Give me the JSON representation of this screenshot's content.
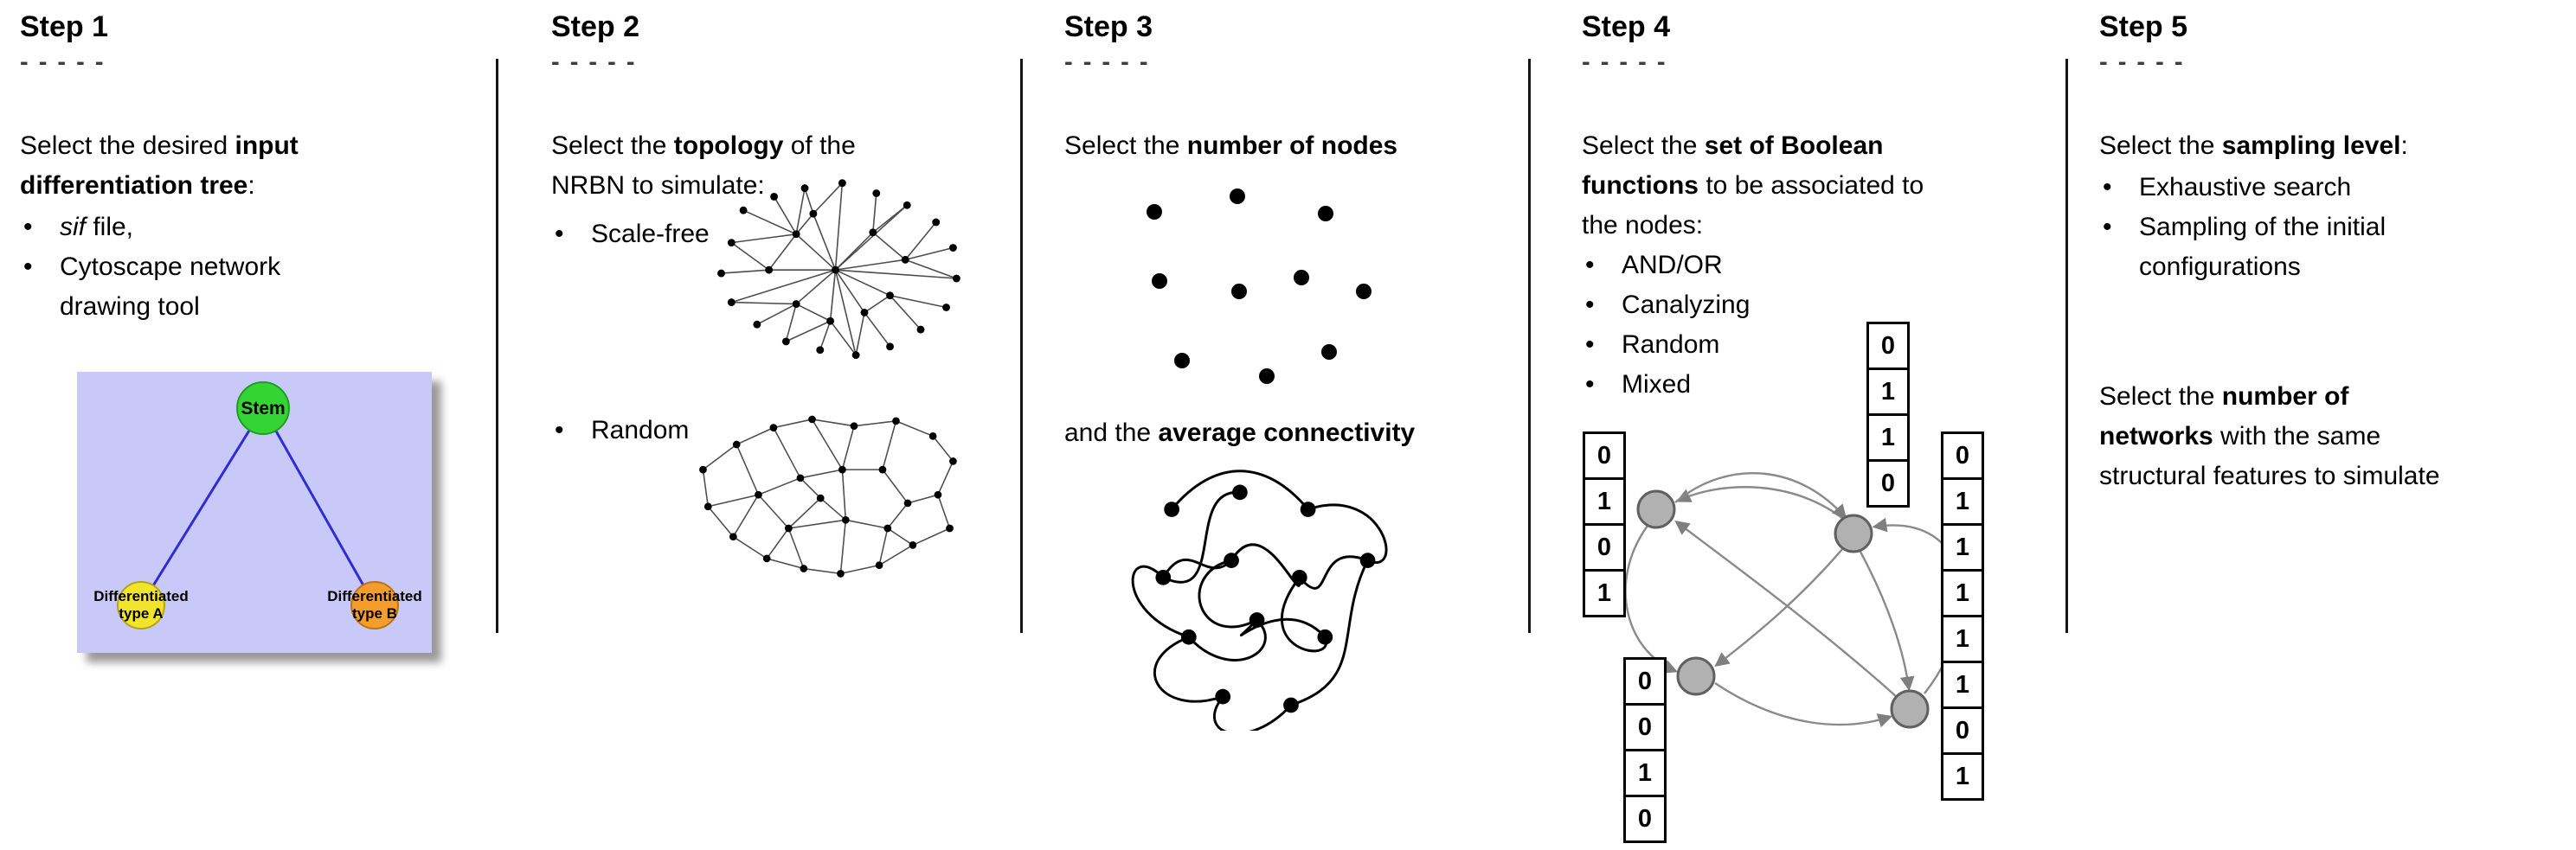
{
  "bullet_glyph": "•",
  "steps": [
    {
      "title": "Step 1",
      "dashes": "- - - - -",
      "intro": [
        [
          {
            "t": "Select the desired "
          },
          {
            "t": "input",
            "b": true
          }
        ],
        [
          {
            "t": "differentiation tree",
            "b": true
          },
          {
            "t": ":"
          }
        ]
      ],
      "bullets": [
        [
          [
            {
              "t": "sif",
              "i": true
            },
            {
              "t": " file,"
            }
          ]
        ],
        [
          [
            {
              "t": "Cytoscape network"
            }
          ],
          [
            {
              "t": "drawing tool"
            }
          ]
        ]
      ],
      "tree": {
        "stem_label": "Stem",
        "type_a_line1": "Differentiated",
        "type_a_line2": "type A",
        "type_b_line1": "Differentiated",
        "type_b_line2": "type B",
        "colors": {
          "background": "#c9c9f9",
          "stem": "#35d435",
          "type_a": "#f2e32b",
          "type_b": "#f59d2b",
          "edge": "#2d2dd4"
        }
      }
    },
    {
      "title": "Step 2",
      "dashes": "- - - - -",
      "intro": [
        [
          {
            "t": "Select the "
          },
          {
            "t": "topology",
            "b": true
          },
          {
            "t": " of the"
          }
        ],
        [
          {
            "t": "NRBN to simulate:"
          }
        ]
      ],
      "bullets": [
        [
          [
            {
              "t": "Scale-free"
            }
          ]
        ],
        [
          [
            {
              "t": "Random"
            }
          ]
        ]
      ]
    },
    {
      "title": "Step 3",
      "dashes": "- - - - -",
      "intro": [
        [
          {
            "t": "Select the "
          },
          {
            "t": "number of nodes",
            "b": true
          }
        ]
      ],
      "connectivity": [
        [
          {
            "t": "and the "
          },
          {
            "t": "average connectivity",
            "b": true
          }
        ]
      ]
    },
    {
      "title": "Step 4",
      "dashes": "- - - - -",
      "intro": [
        [
          {
            "t": "Select the "
          },
          {
            "t": "set of Boolean",
            "b": true
          }
        ],
        [
          {
            "t": "functions",
            "b": true
          },
          {
            "t": " to be associated to"
          }
        ],
        [
          {
            "t": "the nodes:"
          }
        ]
      ],
      "bullets": [
        [
          [
            {
              "t": "AND/OR"
            }
          ]
        ],
        [
          [
            {
              "t": "Canalyzing"
            }
          ]
        ],
        [
          [
            {
              "t": "Random"
            }
          ]
        ],
        [
          [
            {
              "t": "Mixed"
            }
          ]
        ]
      ],
      "truth_tables": {
        "left": [
          "0",
          "1",
          "0",
          "1"
        ],
        "top": [
          "0",
          "1",
          "1",
          "0"
        ],
        "bottom_left": [
          "0",
          "0",
          "1",
          "0"
        ],
        "right": [
          "0",
          "1",
          "1",
          "1",
          "1",
          "1",
          "0",
          "1"
        ]
      }
    },
    {
      "title": "Step 5",
      "dashes": "- - - - -",
      "intro": [
        [
          {
            "t": "Select the "
          },
          {
            "t": "sampling level",
            "b": true
          },
          {
            "t": ":"
          }
        ]
      ],
      "bullets": [
        [
          [
            {
              "t": "Exhaustive search"
            }
          ]
        ],
        [
          [
            {
              "t": "Sampling of the initial"
            }
          ],
          [
            {
              "t": "configurations"
            }
          ]
        ]
      ],
      "networks": [
        [
          {
            "t": "Select the "
          },
          {
            "t": "number of",
            "b": true
          }
        ],
        [
          {
            "t": "networks",
            "b": true
          },
          {
            "t": " with the same"
          }
        ],
        [
          {
            "t": "structural features to simulate"
          }
        ]
      ]
    }
  ]
}
